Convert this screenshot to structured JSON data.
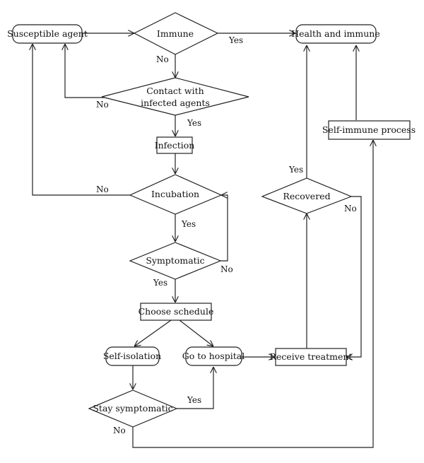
{
  "diagram": {
    "nodes": {
      "susceptible": "Susceptible agent",
      "immune": "Immune",
      "health": "Health and immune",
      "contact_line1": "Contact with",
      "contact_line2": "infected agents",
      "infection": "Infection",
      "incubation": "Incubation",
      "symptomatic": "Symptomatic",
      "choose": "Choose schedule",
      "self_isolation": "Self-isolation",
      "hospital": "Go to hospital",
      "stay": "Stay symptomatic",
      "treatment": "Receive treatment",
      "recovered": "Recovered",
      "self_immune": "Self-immune process"
    },
    "edges": {
      "immune_yes": "Yes",
      "immune_no": "No",
      "contact_no": "No",
      "contact_yes": "Yes",
      "incubation_no": "No",
      "incubation_yes": "Yes",
      "symptomatic_no": "No",
      "symptomatic_yes": "Yes",
      "recovered_yes": "Yes",
      "recovered_no": "No",
      "stay_yes": "Yes",
      "stay_no": "No"
    }
  }
}
